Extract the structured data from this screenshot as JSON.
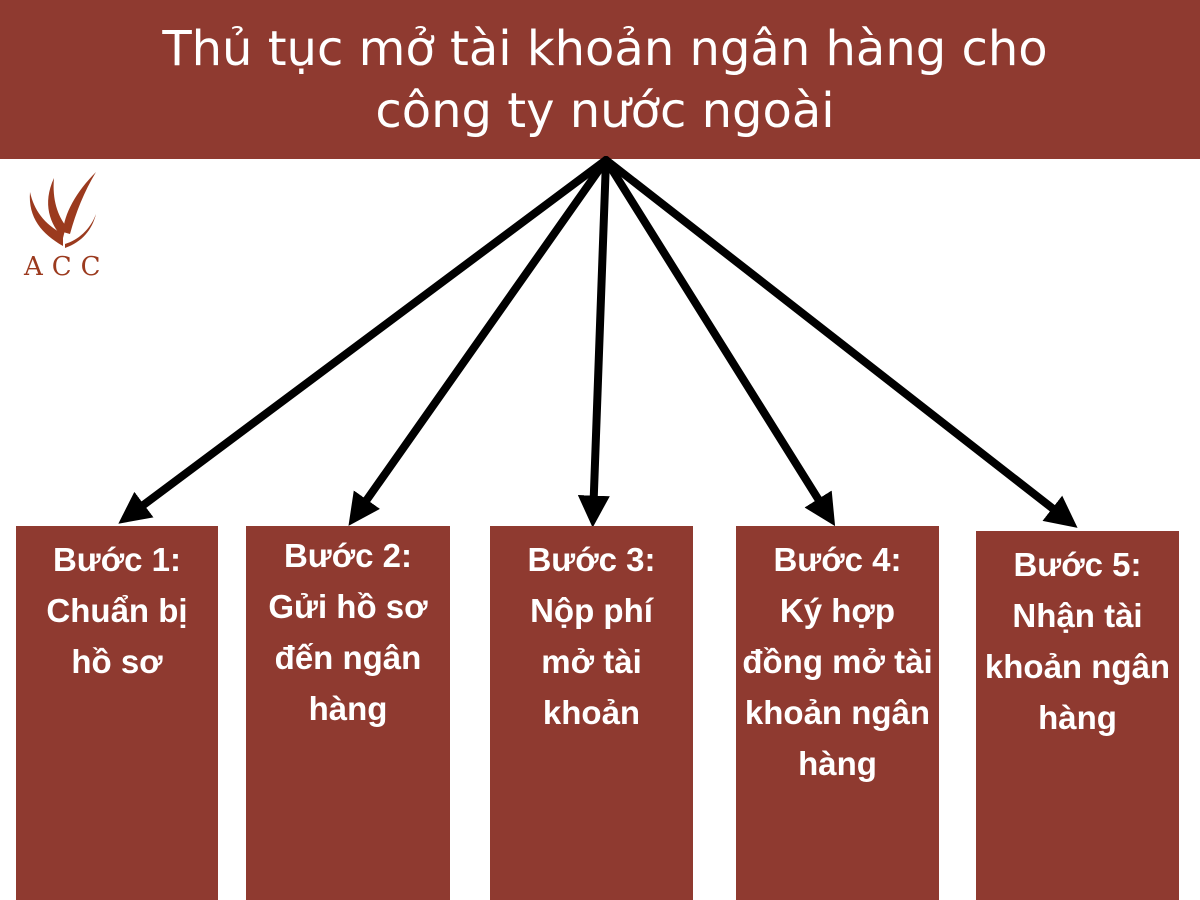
{
  "title": "Thủ tục mở tài khoản ngân hàng cho công ty nước ngoài",
  "logo": {
    "text": "ACC",
    "icon": "flame-leaves-icon",
    "color": "#9b3a1e"
  },
  "colors": {
    "banner": "#8f3a30",
    "box": "#8f3a30",
    "text": "#ffffff",
    "arrow": "#000000"
  },
  "steps": [
    {
      "title": "Bước 1:",
      "description": "Chuẩn bị hồ sơ"
    },
    {
      "title": "Bước 2:",
      "description": "Gửi hồ sơ đến ngân hàng"
    },
    {
      "title": "Bước 3:",
      "description": "Nộp phí mở tài khoản"
    },
    {
      "title": "Bước 4:",
      "description": "Ký hợp đồng mở tài khoản ngân hàng"
    },
    {
      "title": "Bước 5:",
      "description": "Nhận tài khoản ngân hàng"
    }
  ]
}
